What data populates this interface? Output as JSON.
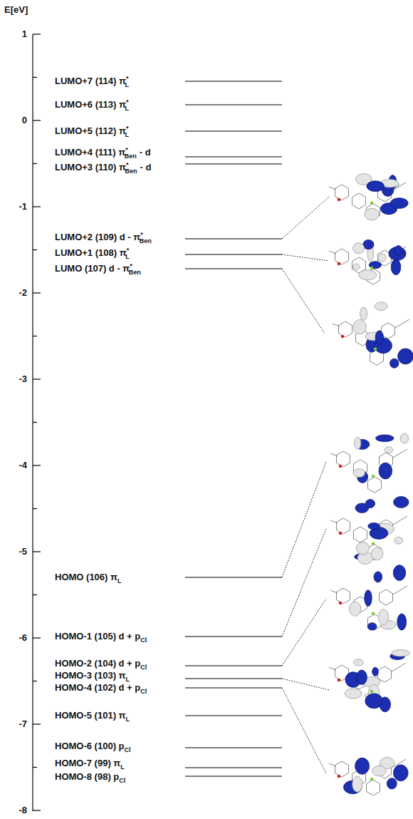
{
  "diagram": {
    "labels": [
      "E[eV]",
      "1",
      "0",
      "-1",
      "-2",
      "-3",
      "-4",
      "-5",
      "-6",
      "-7",
      "-8",
      "LUMO+7 (114) π",
      "*",
      "L",
      "LUMO+6 (113) π",
      "*",
      "L",
      "LUMO+5 (112) π",
      "*",
      "L",
      "LUMO+4 (111) π",
      "*",
      "Ben",
      "- d",
      "LUMO+3 (110) π",
      "*",
      "Ben",
      "- d",
      "LUMO+2 (109) d - π",
      "*",
      "Ben",
      "LUMO+1 (108) π",
      "*",
      "L",
      "LUMO (107) d - π",
      "*",
      "Ben",
      "HOMO (106) π",
      "L",
      "HOMO-1 (105) d + p",
      "Cl",
      "HOMO-2 (104) d + p",
      "Cl",
      "HOMO-3 (103) π",
      "L",
      "HOMO-4 (102) d + p",
      "Cl",
      "HOMO-5 (101) π",
      "L",
      "HOMO-6 (100) p",
      "Cl",
      "HOMO-7 (99) π",
      "L",
      "HOMO-8 (98) p",
      "Cl"
    ]
  }
}
